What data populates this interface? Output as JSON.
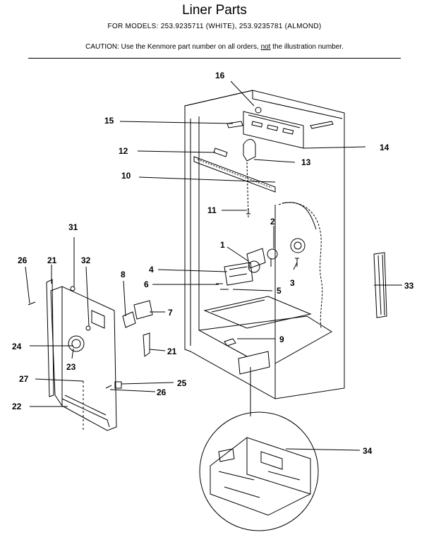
{
  "header": {
    "title": "Liner Parts",
    "models": "FOR MODELS:  253.9235711 (WHITE), 253.9235781 (ALMOND)",
    "caution_prefix": "CAUTION:  Use the Kenmore part number on all orders, ",
    "caution_not": "not",
    "caution_suffix": " the illustration number."
  },
  "callouts": [
    "16",
    "15",
    "14",
    "12",
    "13",
    "10",
    "11",
    "2",
    "1",
    "4",
    "3",
    "6",
    "5",
    "31",
    "32",
    "21",
    "26",
    "8",
    "7",
    "33",
    "24",
    "21",
    "9",
    "23",
    "27",
    "25",
    "26",
    "22",
    "34"
  ]
}
